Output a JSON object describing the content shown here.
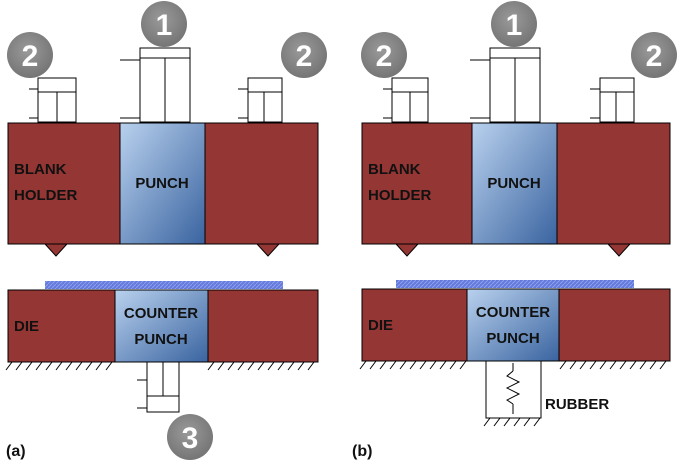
{
  "panels": [
    {
      "caption": "(a)",
      "blank_holder_label_line1": "BLANK",
      "blank_holder_label_line2": "HOLDER",
      "punch_label": "PUNCH",
      "die_label": "DIE",
      "counter_punch_line1": "COUNTER",
      "counter_punch_line2": "PUNCH",
      "badges": [
        "2",
        "1",
        "2",
        "3"
      ]
    },
    {
      "caption": "(b)",
      "blank_holder_label_line1": "BLANK",
      "blank_holder_label_line2": "HOLDER",
      "punch_label": "PUNCH",
      "die_label": "DIE",
      "counter_punch_line1": "COUNTER",
      "counter_punch_line2": "PUNCH",
      "rubber_label": "RUBBER",
      "badges": [
        "2",
        "1",
        "2"
      ]
    }
  ],
  "colors": {
    "tool_red": "#943634",
    "punch_blue_light": "#a9c4e6",
    "punch_blue_dark": "#3f6aa6",
    "sheet_blue": "#5b6fd6",
    "badge_grey": "#7f7f7f"
  }
}
